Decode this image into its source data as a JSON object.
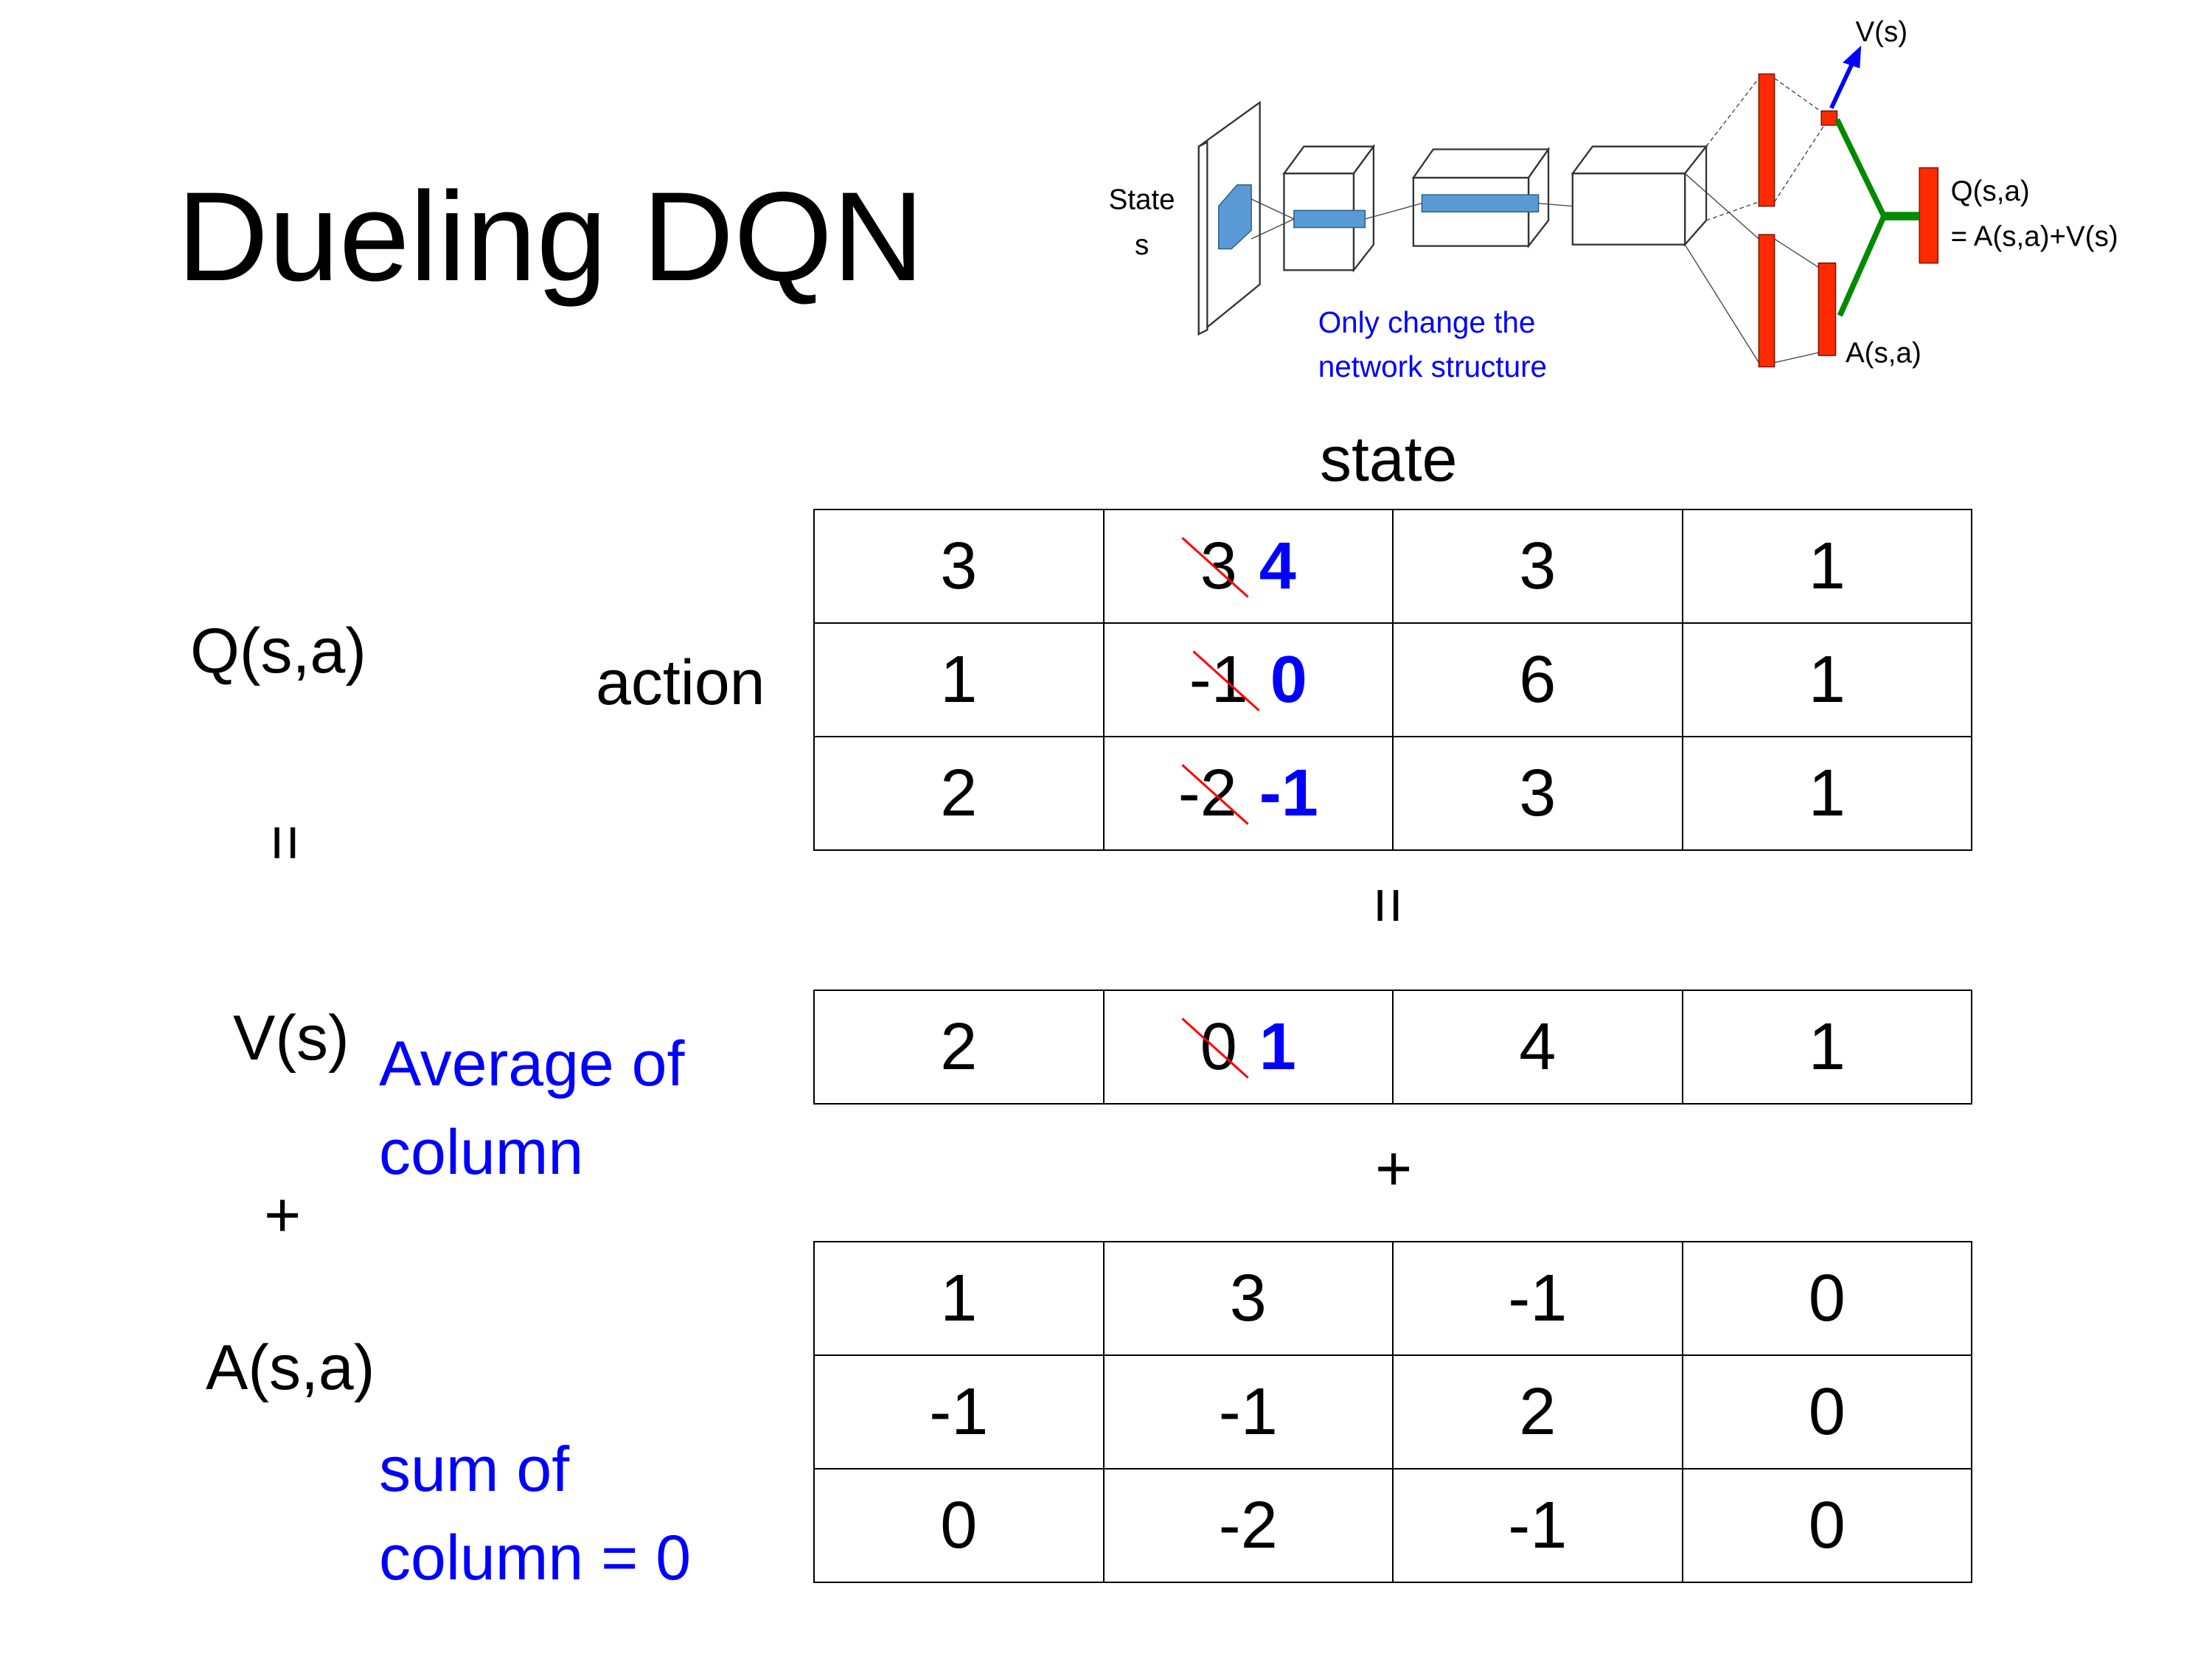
{
  "title": "Dueling DQN",
  "diagram": {
    "state_label": "State",
    "state_var": "s",
    "v_label": "V(s)",
    "q_label": "Q(s,a)",
    "q_formula": "= A(s,a)+V(s)",
    "a_label": "A(s,a)",
    "note_line1": "Only change the",
    "note_line2": "network structure",
    "colors": {
      "layer": "#5b9bd5",
      "output": "#ff2a00",
      "value_arrow": "#0000ff",
      "combine": "#008a00"
    }
  },
  "labels": {
    "state": "state",
    "action": "action",
    "q": "Q(s,a)",
    "equals": "=",
    "v": "V(s)",
    "plus": "+",
    "a": "A(s,a)",
    "average_line1": "Average of",
    "average_line2": "column",
    "sum_line1": "sum of",
    "sum_line2": "column = 0"
  },
  "q_table": [
    [
      "3",
      {
        "old": "3",
        "new": "4"
      },
      "3",
      "1"
    ],
    [
      "1",
      {
        "old": "-1",
        "new": "0"
      },
      "6",
      "1"
    ],
    [
      "2",
      {
        "old": "-2",
        "new": "-1"
      },
      "3",
      "1"
    ]
  ],
  "v_table": [
    [
      "2",
      {
        "old": "0",
        "new": "1"
      },
      "4",
      "1"
    ]
  ],
  "a_table": [
    [
      "1",
      "3",
      "-1",
      "0"
    ],
    [
      "-1",
      "-1",
      "2",
      "0"
    ],
    [
      "0",
      "-2",
      "-1",
      "0"
    ]
  ],
  "colors": {
    "highlight": "#0000ff",
    "strike": "#ff0000"
  }
}
